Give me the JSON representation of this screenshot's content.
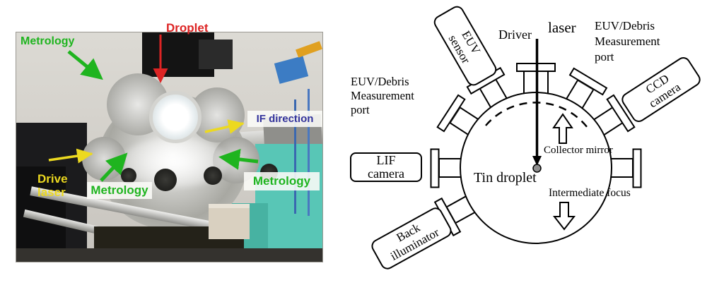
{
  "left_photo": {
    "annotations": {
      "droplet": "Droplet",
      "metrology_top_left": "Metrology",
      "if_direction": "IF direction",
      "drive_laser": [
        "Drive",
        "laser"
      ],
      "metrology_bottom": "Metrology",
      "metrology_right": "Metrology"
    },
    "colors": {
      "annotation_green": "#1fb41f",
      "annotation_red": "#dd2424",
      "annotation_yellow": "#ecd920",
      "annotation_navy": "#32329b",
      "cabinet_teal": "#55c5b5"
    }
  },
  "diagram": {
    "labels": {
      "driver": "Driver",
      "laser": "laser",
      "euv_debris_right": [
        "EUV/Debris",
        "Measurement",
        "port"
      ],
      "euv_debris_left": [
        "EUV/Debris",
        "Measurement",
        "port"
      ],
      "collector_mirror": "Collector mirror",
      "tin_droplet": "Tin droplet",
      "intermediate_focus": "Intermediate focus"
    },
    "devices": {
      "euv_sensor": [
        "EUV",
        "sensor"
      ],
      "ccd_camera": [
        "CCD",
        "camera"
      ],
      "lif_camera": [
        "LIF",
        "camera"
      ],
      "back_illuminator": [
        "Back",
        "illuminator"
      ]
    }
  }
}
